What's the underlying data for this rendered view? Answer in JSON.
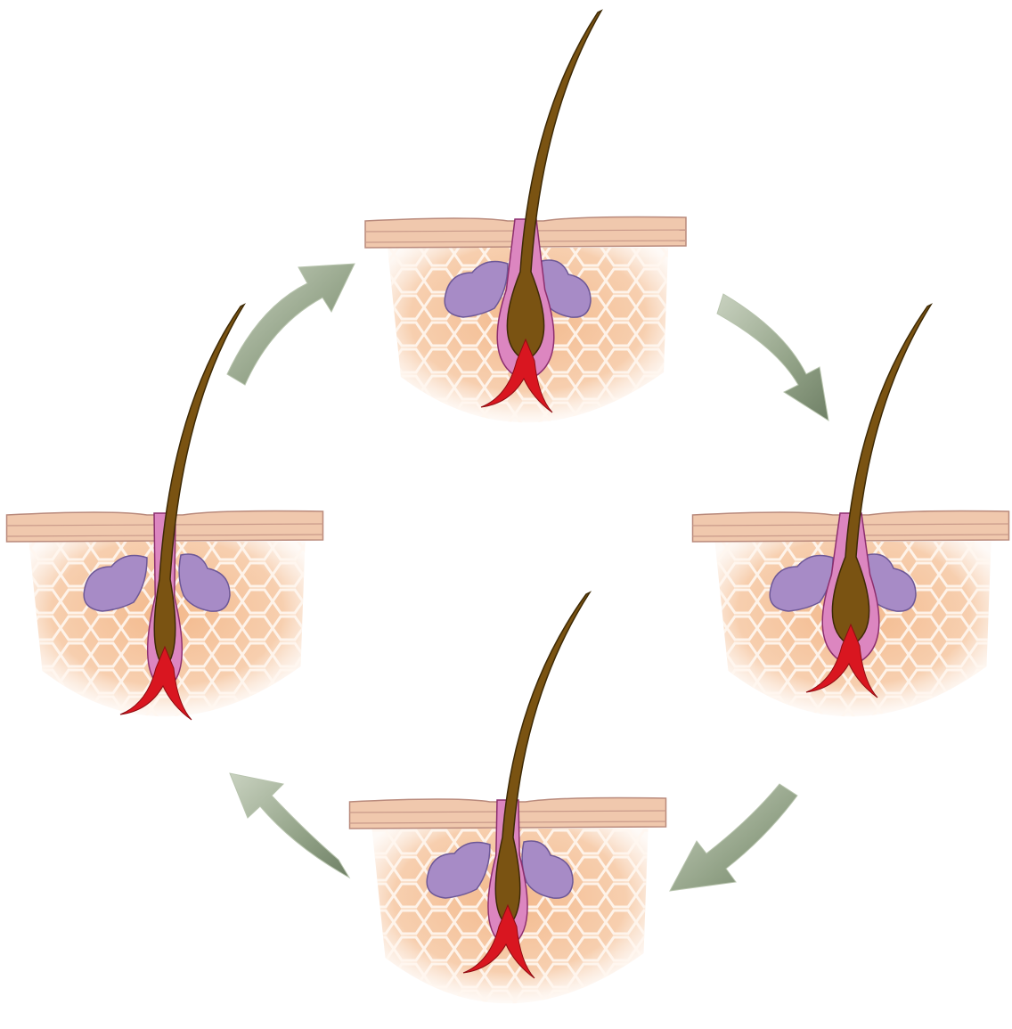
{
  "diagram": {
    "kind": "hair growth cycle",
    "stages": [
      {
        "id": "stage-top",
        "hair": "long",
        "follicle": "deep"
      },
      {
        "id": "stage-right",
        "hair": "long",
        "follicle": "deep"
      },
      {
        "id": "stage-bottom",
        "hair": "medium",
        "follicle": "shrinking"
      },
      {
        "id": "stage-left",
        "hair": "new",
        "follicle": "regrowing"
      }
    ],
    "arrows": [
      {
        "from": "stage-left",
        "to": "stage-top",
        "direction": "up-right"
      },
      {
        "from": "stage-top",
        "to": "stage-right",
        "direction": "down-right"
      },
      {
        "from": "stage-right",
        "to": "stage-bottom",
        "direction": "down-left"
      },
      {
        "from": "stage-bottom",
        "to": "stage-left",
        "direction": "up-left"
      }
    ],
    "colors": {
      "background": "#ffffff",
      "skin_tissue": "#f6cba9",
      "cell_lines": "#fff6ee",
      "epidermis": "#f0c8ad",
      "follicle_sheath": "#dc86c0",
      "hair_shaft": "#7a5312",
      "sebaceous_gland": "#a78bc6",
      "blood_vessel": "#d91620",
      "arrow": "#96a58c"
    }
  }
}
